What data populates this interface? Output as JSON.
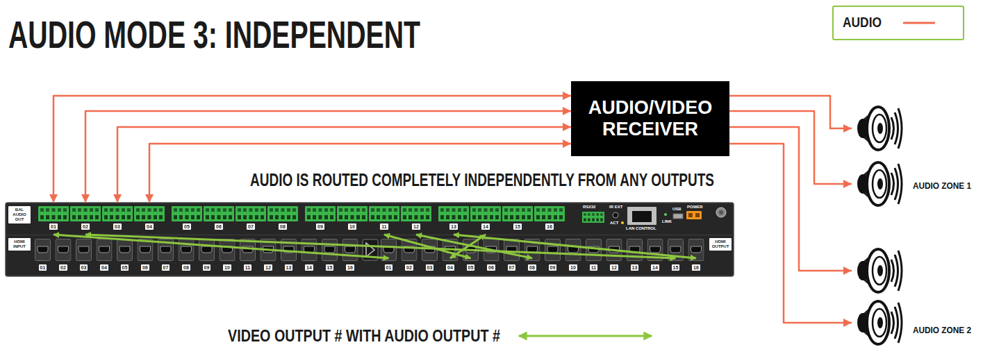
{
  "diagram": {
    "title": "AUDIO MODE 3: INDEPENDENT",
    "nodes": [
      {
        "text": [
          "BAL AUDIO OUT",
          "01",
          "02",
          "03",
          "04",
          "05",
          "06",
          "07",
          "08",
          "09",
          "10",
          "11",
          "12",
          "13",
          "14",
          "15",
          "16",
          "RS232",
          "IR EXT",
          "ACT",
          "LAN CONTROL",
          "LINK",
          "USB",
          "POWER",
          "HDMI INPUT",
          "01",
          "02",
          "03",
          "04",
          "05",
          "06",
          "07",
          "08",
          "09",
          "10",
          "11",
          "12",
          "13",
          "14",
          "15",
          "16",
          "01",
          "02",
          "03",
          "04",
          "05",
          "06",
          "07",
          "08",
          "09",
          "10",
          "11",
          "12",
          "13",
          "14",
          "15",
          "16",
          "HDMI OUTPUT"
        ]
      },
      {
        "text": [
          "AUDIO/VIDEO RECEIVER"
        ]
      },
      {
        "text": [
          "AUDIO ZONE 1"
        ]
      },
      {
        "text": [
          "AUDIO ZONE 2"
        ]
      }
    ],
    "edges": [
      {
        "from": 0,
        "to": 1,
        "arrow": "both"
      },
      {
        "from": 0,
        "to": 1,
        "arrow": "both"
      },
      {
        "from": 0,
        "to": 1,
        "arrow": "both"
      },
      {
        "from": 0,
        "to": 1,
        "arrow": "both"
      },
      {
        "from": 1,
        "to": 2,
        "arrow": "to"
      },
      {
        "from": 1,
        "to": 2,
        "arrow": "to"
      },
      {
        "from": 1,
        "to": 3,
        "arrow": "to"
      },
      {
        "from": 1,
        "to": 3,
        "arrow": "to"
      }
    ],
    "labels": [
      "AUDIO IS ROUTED COMPLETELY INDEPENDENTLY FROM ANY OUTPUTS"
    ],
    "legend": [
      {
        "text": "AUDIO"
      },
      {
        "text": "VIDEO OUTPUT # WITH AUDIO OUTPUT #"
      }
    ]
  }
}
